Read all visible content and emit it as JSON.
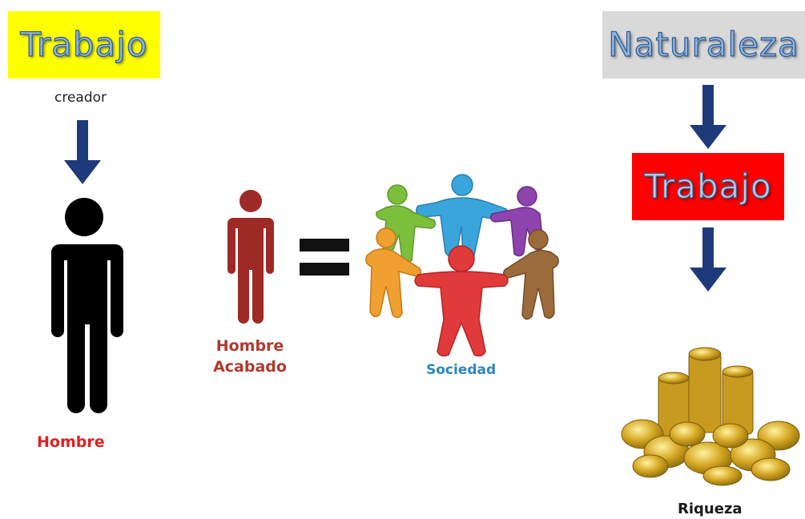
{
  "left": {
    "title": "Trabajo",
    "subtitle": "creador",
    "figure_label": "Hombre",
    "title_bg": "#ffff00"
  },
  "middle": {
    "figure_label_line1": "Hombre",
    "figure_label_line2": "Acabado",
    "group_label": "Sociedad",
    "figure_color": "#9e2a25"
  },
  "right": {
    "top_title": "Naturaleza",
    "top_bg": "#d9d9d9",
    "middle_title": "Trabajo",
    "middle_bg": "#ff0000",
    "bottom_label": "Riqueza"
  },
  "colors": {
    "arrow": "#1f3a7a",
    "hombre_label": "#e02020",
    "hombre_acabado_label": "#b03a2e",
    "sociedad_label": "#2e86c1",
    "riqueza_label": "#1a1a1a",
    "equals": "#111111"
  }
}
